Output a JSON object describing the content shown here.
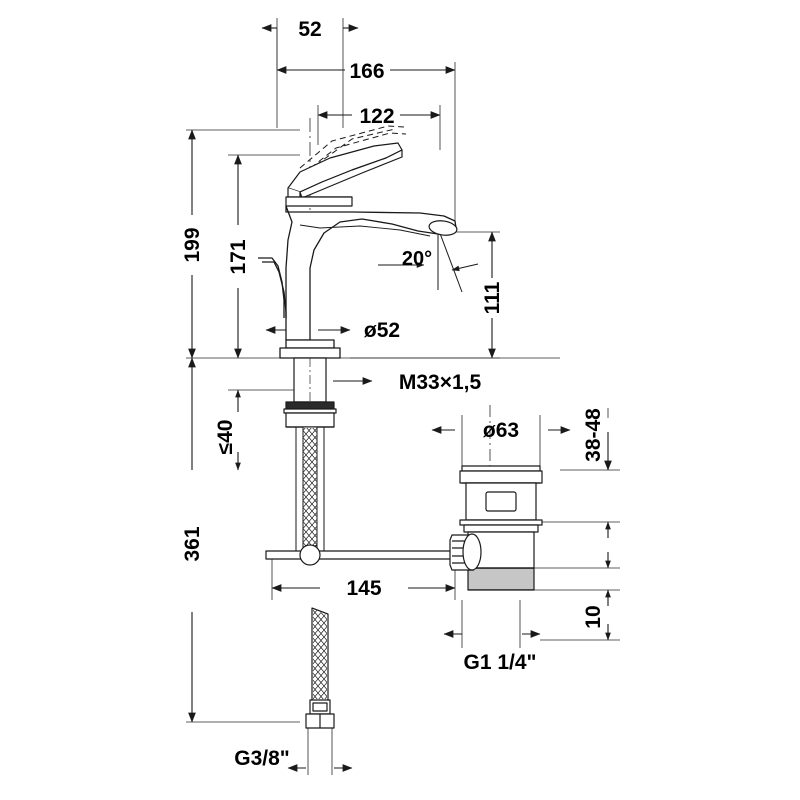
{
  "drawing": {
    "type": "technical-dimension-drawing",
    "subject": "single-lever basin mixer tap with pop-up waste and flexible hose",
    "units": "mm",
    "line_color": "#1a1a1a",
    "text_color": "#000000",
    "background": "#ffffff"
  },
  "dimensions": {
    "spout_offset_52": "52",
    "total_width_166": "166",
    "lever_width_122": "122",
    "height_199": "199",
    "height_171": "171",
    "height_111": "111",
    "angle_20": "20°",
    "body_dia_52": "ø52",
    "thread_m33": "M33×1,5",
    "max_40": "≤40",
    "total_361": "361",
    "reach_145": "145",
    "waste_dia_63": "ø63",
    "range_38_48": "38-48",
    "height_10": "10",
    "thread_g114": "G1 1/4\"",
    "thread_g38": "G3/8\""
  },
  "labels": {
    "d52": "52",
    "d166": "166",
    "d122": "122",
    "d199": "199",
    "d171": "171",
    "d111": "111",
    "d20deg": "20°",
    "dia52": "ø52",
    "m33": "M33×1,5",
    "max40": "≤40",
    "d361": "361",
    "d145": "145",
    "dia63": "ø63",
    "r3848": "38-48",
    "d10": "10",
    "g114": "G1 1/4\"",
    "g38": "G3/8\""
  },
  "parts": {
    "lever_handle": "lever-handle",
    "lever_handle_raised": "lever-handle-raised-phantom",
    "spout": "spout-body",
    "aerator": "aerator-outlet",
    "column": "faucet-column",
    "base_flange": "base-flange",
    "threaded_shank": "threaded-shank-m33",
    "mounting_nut": "mounting-nut",
    "threaded_rod": "pop-up-lift-rod",
    "pull_rod": "pop-up-pull-rod",
    "pivot_ball": "pivot-ball",
    "waste_cap": "pop-up-waste-cap",
    "waste_body": "pop-up-waste-body",
    "waste_nut": "waste-lock-nut",
    "waste_tailpiece": "waste-tailpiece",
    "flex_hose": "flexible-supply-hose",
    "hose_fitting": "hose-fitting-g38"
  }
}
